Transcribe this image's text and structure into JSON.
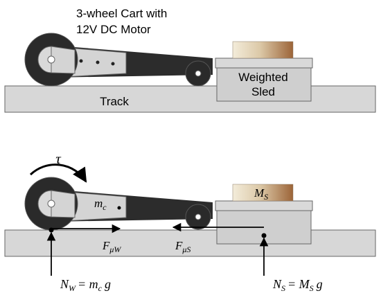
{
  "cart_title": {
    "line1": "3-wheel Cart with",
    "line2": "12V DC Motor"
  },
  "top": {
    "track_label": "Track",
    "sled_label_line1": "Weighted",
    "sled_label_line2": "Sled"
  },
  "bottom": {
    "torque_symbol": "τ",
    "cart_mass": {
      "base": "m",
      "sub": "c"
    },
    "sled_mass": {
      "base": "M",
      "sub": "S"
    },
    "force_wheel": {
      "base": "F",
      "sub": "μW"
    },
    "force_sled": {
      "base": "F",
      "sub": "μS"
    },
    "normal_wheel": {
      "base": "N",
      "sub": "W",
      "rhs": "= m",
      "rhs_sub": "c",
      "g": "g"
    },
    "normal_sled": {
      "base": "N",
      "sub": "S",
      "rhs": "= M",
      "rhs_sub": "S",
      "g": "g"
    }
  },
  "colors": {
    "track_fill": "#d7d7d7",
    "sled_fill": "#cfcfcf",
    "cart_body": "#2c2c2c",
    "wheel_dark": "#2a2a2a",
    "hub_light": "#d9d9d9",
    "link_light": "#cfcfcf",
    "weight_left": "#efe6d3",
    "weight_right": "#a06a3d",
    "outline": "#555555"
  }
}
